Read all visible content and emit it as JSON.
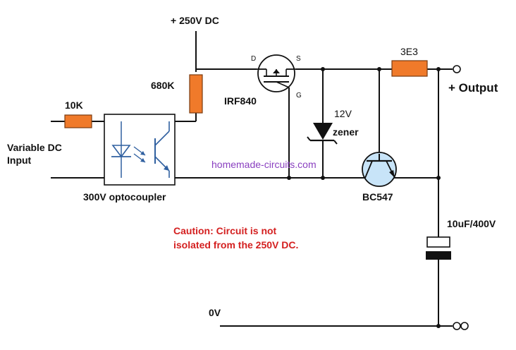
{
  "labels": {
    "supply": "+ 250V DC",
    "r_680k": "680K",
    "r_10k": "10K",
    "r_3e3": "3E3",
    "mosfet": "IRF840",
    "pin_d": "D",
    "pin_s": "S",
    "pin_g": "G",
    "zener_value": "12V",
    "zener_name": "zener",
    "transistor": "BC547",
    "capacitor": "10uF/400V",
    "input_line1": "Variable DC",
    "input_line2": "Input",
    "optocoupler": "300V optocoupler",
    "output": "+ Output",
    "ground": "0V",
    "out_terminal": "0",
    "gnd_terminal": "00",
    "watermark": "homemade-circuits.com",
    "caution_line1": "Caution: Circuit is not",
    "caution_line2": "isolated from the 250V DC."
  },
  "colors": {
    "resistor": "#f07a2a",
    "watermark": "#8a40c0",
    "caution": "#d42020",
    "transistor_fill": "#c8e4f8"
  }
}
